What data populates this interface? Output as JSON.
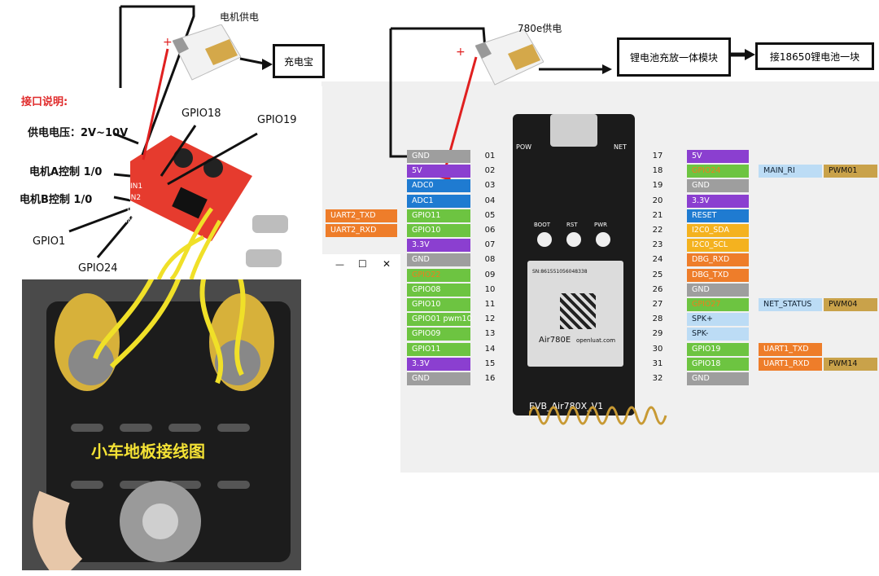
{
  "top": {
    "motor_power": "电机供电",
    "power_bank": "充电宝",
    "air780e_power": "780e供电",
    "li_module": "锂电池充放一体模块",
    "battery": "接18650锂电池一块"
  },
  "driver": {
    "title": "接口说明:",
    "supply": "供电电压：2V~10V",
    "motor_a": "电机A控制 1/0",
    "motor_b": "电机B控制 1/0",
    "gpio18": "GPIO18",
    "gpio19": "GPIO19",
    "gpio1": "GPIO1",
    "gpio24": "GPIO24",
    "in1": "IN1",
    "in2": "IN2",
    "in3": "IN3",
    "in4": "IN4"
  },
  "car": {
    "caption": "小车地板接线图"
  },
  "window": {
    "min": "—",
    "max": "☐",
    "close": "✕"
  },
  "board": {
    "label": "Air780E",
    "bottom": "EVB_Air780X_V1",
    "pow": "POW",
    "net": "NET",
    "boot": "BOOT",
    "rst": "RST",
    "pwr": "PWR",
    "site": "openluat.com",
    "sn": "SN:861551056048338"
  },
  "left_pins": [
    {
      "num": "01",
      "label": "GND",
      "color": "g"
    },
    {
      "num": "02",
      "label": "5V",
      "color": "p"
    },
    {
      "num": "03",
      "label": "ADC0",
      "color": "b"
    },
    {
      "num": "04",
      "label": "ADC1",
      "color": "b"
    },
    {
      "num": "05",
      "label": "GPIO11",
      "color": "gr",
      "alt": "UART2_TXD"
    },
    {
      "num": "06",
      "label": "GPIO10",
      "color": "gr",
      "alt": "UART2_RXD"
    },
    {
      "num": "07",
      "label": "3.3V",
      "color": "p"
    },
    {
      "num": "08",
      "label": "GND",
      "color": "g"
    },
    {
      "num": "09",
      "label": "GPIO22",
      "color": "gr",
      "orange": true
    },
    {
      "num": "10",
      "label": "GPIO08",
      "color": "gr"
    },
    {
      "num": "11",
      "label": "GPIO10",
      "color": "gr"
    },
    {
      "num": "12",
      "label": "GPIO01 pwm10",
      "color": "gr"
    },
    {
      "num": "13",
      "label": "GPIO09",
      "color": "gr"
    },
    {
      "num": "14",
      "label": "GPIO11",
      "color": "gr"
    },
    {
      "num": "15",
      "label": "3.3V",
      "color": "p"
    },
    {
      "num": "16",
      "label": "GND",
      "color": "g"
    }
  ],
  "right_pins": [
    {
      "num": "17",
      "label": "5V",
      "color": "p"
    },
    {
      "num": "18",
      "label": "GPIO24",
      "color": "gr",
      "orange": true,
      "func": "MAIN_RI",
      "pwm": "PWM01"
    },
    {
      "num": "19",
      "label": "GND",
      "color": "g"
    },
    {
      "num": "20",
      "label": "3.3V",
      "color": "p"
    },
    {
      "num": "21",
      "label": "RESET",
      "color": "b"
    },
    {
      "num": "22",
      "label": "I2C0_SDA",
      "color": "y"
    },
    {
      "num": "23",
      "label": "I2C0_SCL",
      "color": "y"
    },
    {
      "num": "24",
      "label": "DBG_RXD",
      "color": "o"
    },
    {
      "num": "25",
      "label": "DBG_TXD",
      "color": "o"
    },
    {
      "num": "26",
      "label": "GND",
      "color": "g"
    },
    {
      "num": "27",
      "label": "GPIO27",
      "color": "gr",
      "orange": true,
      "func": "NET_STATUS",
      "pwm": "PWM04"
    },
    {
      "num": "28",
      "label": "SPK+",
      "color": "lb"
    },
    {
      "num": "29",
      "label": "SPK-",
      "color": "lb"
    },
    {
      "num": "30",
      "label": "GPIO19",
      "color": "gr",
      "uart": "UART1_TXD"
    },
    {
      "num": "31",
      "label": "GPIO18",
      "color": "gr",
      "uart": "UART1_RXD",
      "pwm": "PWM14"
    },
    {
      "num": "32",
      "label": "GND",
      "color": "g"
    }
  ]
}
